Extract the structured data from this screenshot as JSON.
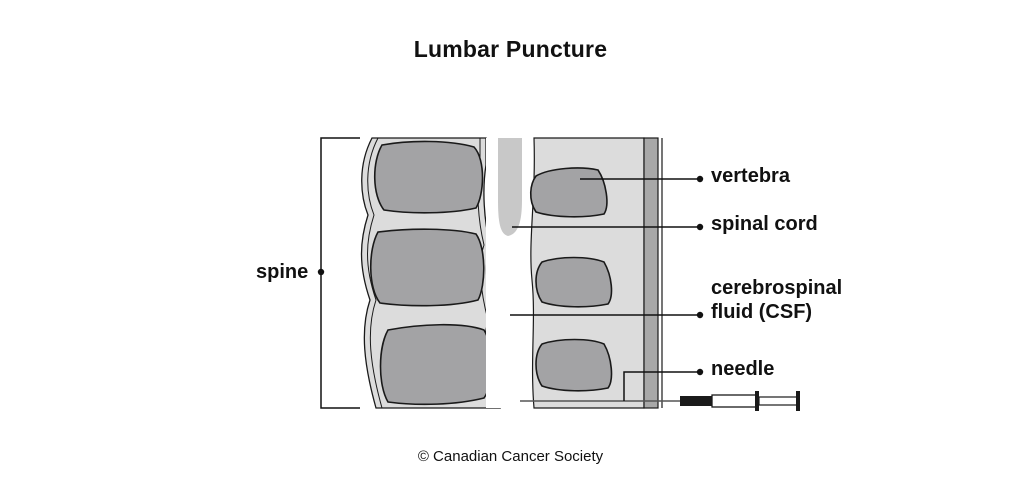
{
  "title": "Lumbar Puncture",
  "labels": {
    "vertebra": "vertebra",
    "spinal_cord": "spinal cord",
    "csf_line1": "cerebrospinal",
    "csf_line2": "fluid (CSF)",
    "needle": "needle",
    "spine": "spine"
  },
  "credit": "© Canadian Cancer Society",
  "colors": {
    "vertebra_fill": "#a3a3a5",
    "canal_fill": "#dcdcdc",
    "cord_fill": "#c8c8c8",
    "outline": "#1a1a1a",
    "leader": "#111111"
  }
}
